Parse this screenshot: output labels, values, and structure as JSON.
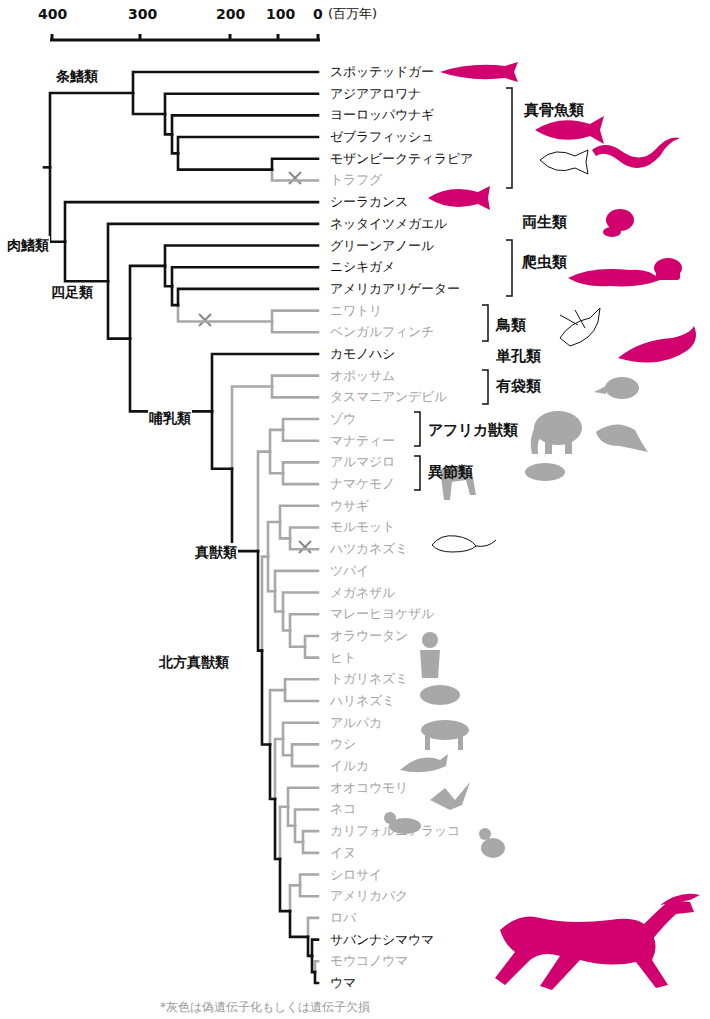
{
  "diagram": {
    "labels": [
      "400",
      "300",
      "200",
      "100",
      "0",
      "(百万年)",
      "スポッテッドガー",
      "アジアアロワナ",
      "ヨーロッパウナギ",
      "ゼブラフィッシュ",
      "モザンビークティラピア",
      "トラフグ",
      "シーラカンス",
      "ネッタイツメガエル",
      "グリーンアノール",
      "ニシキガメ",
      "アメリカアリゲーター",
      "ニワトリ",
      "ベンガルフィンチ",
      "カモノハシ",
      "オポッサム",
      "タスマニアンデビル",
      "ゾウ",
      "マナティー",
      "アルマジロ",
      "ナマケモノ",
      "ウサギ",
      "モルモット",
      "ハツカネズミ",
      "ツパイ",
      "メガネザル",
      "マレーヒヨケザル",
      "オラウータン",
      "ヒト",
      "トガリネズミ",
      "ハリネズミ",
      "アルパカ",
      "ウシ",
      "イルカ",
      "オオコウモリ",
      "ネコ",
      "カリフォルニアラッコ",
      "イヌ",
      "シロサイ",
      "アメリカバク",
      "ロバ",
      "サバンナシマウマ",
      "モウコノウマ",
      "ウマ",
      "条鰭類",
      "肉鰭類",
      "四足類",
      "哺乳類",
      "真獣類",
      "北方真獣類",
      "真骨魚類",
      "両生類",
      "爬虫類",
      "鳥類",
      "単孔類",
      "有袋類",
      "アフリカ獣類",
      "異節類",
      "*灰色は偽遺伝子化もしくは遺伝子欠損"
    ]
  }
}
